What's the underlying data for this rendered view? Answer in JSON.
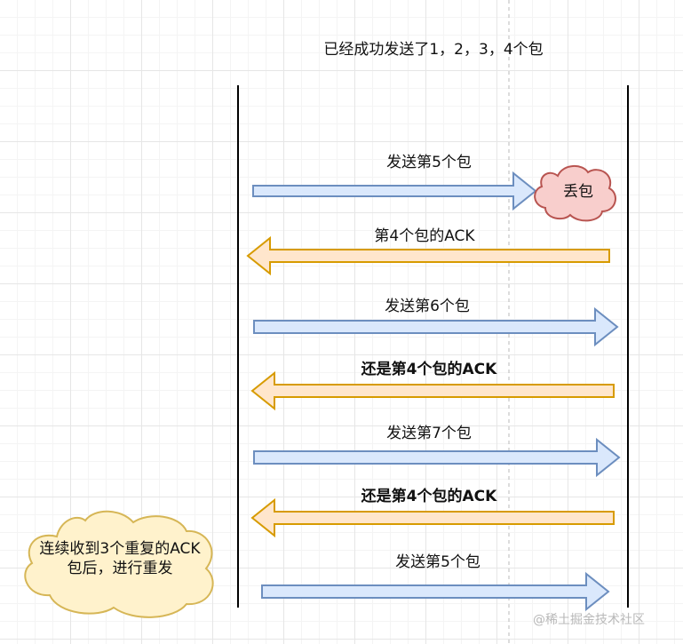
{
  "title": "已经成功发送了1，2，3，4个包",
  "messages": [
    {
      "label": "发送第5个包",
      "bold": false
    },
    {
      "label": "第4个包的ACK",
      "bold": false
    },
    {
      "label": "发送第6个包",
      "bold": false
    },
    {
      "label": "还是第4个包的ACK",
      "bold": true
    },
    {
      "label": "发送第7个包",
      "bold": false
    },
    {
      "label": "还是第4个包的ACK",
      "bold": true
    },
    {
      "label": "发送第5个包",
      "bold": false
    }
  ],
  "loss_cloud": {
    "label": "丢包"
  },
  "note_cloud": {
    "line1": "连续收到3个重复的ACK",
    "line2": "包后，进行重发"
  },
  "watermark": "@稀土掘金技术社区",
  "colors": {
    "send_fill": "#dae8fc",
    "send_stroke": "#6c8ebf",
    "ack_fill": "#ffe6cc",
    "ack_stroke": "#d79b00",
    "loss_fill": "#f8cecc",
    "loss_stroke": "#b85450",
    "note_fill": "#fff2cc",
    "note_stroke": "#d6b656",
    "lifeline": "#000000"
  }
}
